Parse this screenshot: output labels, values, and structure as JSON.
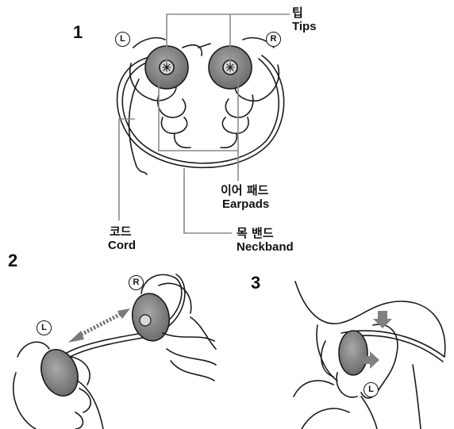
{
  "steps": {
    "s1": "1",
    "s2": "2",
    "s3": "3"
  },
  "side_marks": {
    "left": "L",
    "right": "R"
  },
  "labels": {
    "tips_ko": "팁",
    "tips_en": "Tips",
    "earpads_ko": "이어 패드",
    "earpads_en": "Earpads",
    "cord_ko": "코드",
    "cord_en": "Cord",
    "neckband_ko": "목 밴드",
    "neckband_en": "Neckband"
  },
  "colors": {
    "line": "#1a1a1a",
    "earpad_fill": "#8f8f8f",
    "earpad_dark": "#5f5f5f",
    "arrow": "#808080",
    "leader": "#8a8a8a"
  }
}
